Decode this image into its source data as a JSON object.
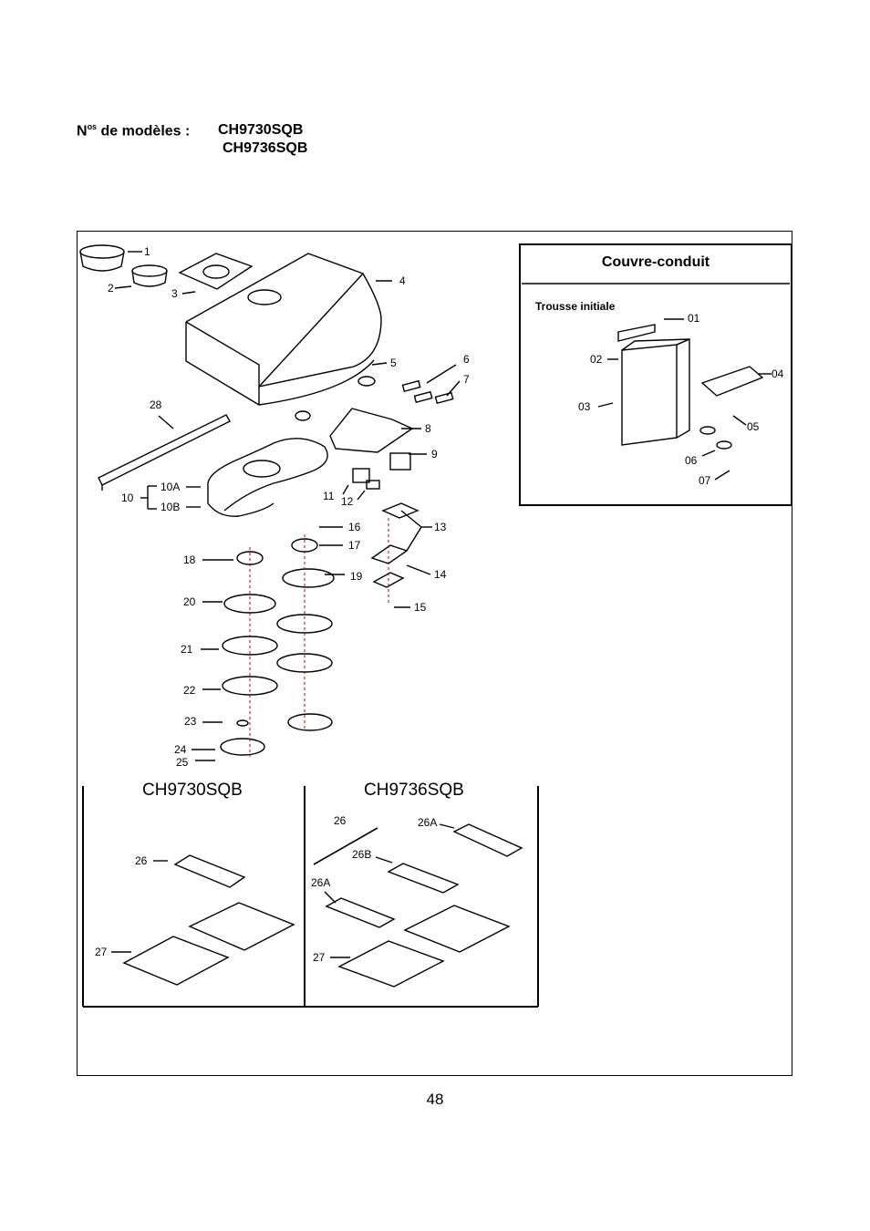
{
  "header": {
    "prefix": "N",
    "prefix_sup": "os",
    "label": " de modèles :",
    "models": [
      "CH9730SQB",
      "CH9736SQB"
    ]
  },
  "cover_box": {
    "title": "Couvre-conduit",
    "subtitle": "Trousse initiale",
    "callouts": [
      "01",
      "02",
      "03",
      "04",
      "05",
      "06",
      "07"
    ]
  },
  "main_callouts": [
    "1",
    "2",
    "3",
    "4",
    "5",
    "6",
    "7",
    "8",
    "9",
    "10",
    "10A",
    "10B",
    "11",
    "12",
    "13",
    "14",
    "15",
    "16",
    "17",
    "18",
    "19",
    "20",
    "21",
    "22",
    "23",
    "24",
    "25",
    "28"
  ],
  "filters": {
    "left_model": "CH9730SQB",
    "right_model": "CH9736SQB",
    "left_callouts": [
      "26",
      "27"
    ],
    "right_callouts": [
      "26",
      "26A",
      "26B",
      "26A",
      "27"
    ]
  },
  "page_number": "48"
}
